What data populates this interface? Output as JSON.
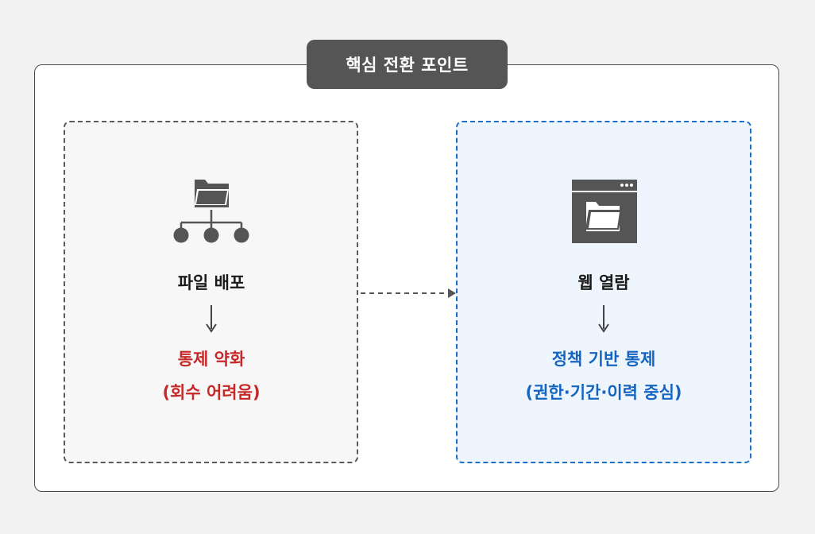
{
  "title": "핵심 전환 포인트",
  "left": {
    "label": "파일 배포",
    "result_line1": "통제 약화",
    "result_line2": "(회수 어려움)",
    "icon": "folder-network-icon",
    "accent": "#c62828"
  },
  "right": {
    "label": "웹 열람",
    "result_line1": "정책 기반 통제",
    "result_line2": "(권한·기간·이력 중심)",
    "icon": "browser-folder-icon",
    "accent": "#1565c0"
  },
  "colors": {
    "background": "#f2f2f2",
    "dark": "#555555",
    "left_border": "#5a5a5a",
    "right_border": "#1a6fc9",
    "right_fill": "#eef5fc"
  }
}
